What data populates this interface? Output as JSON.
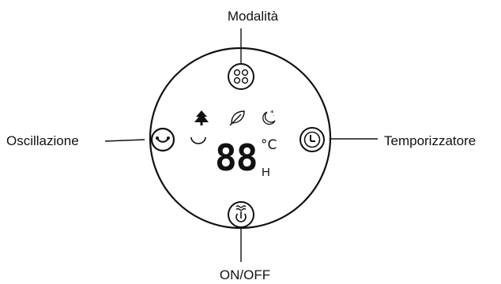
{
  "labels": {
    "mode": "Modalità",
    "oscillation": "Oscillazione",
    "timer": "Temporizzatore",
    "power": "ON/OFF"
  },
  "display": {
    "digits": "88",
    "unit_celsius": "°C",
    "unit_hours": "H"
  },
  "icons": {
    "mode_button": "four-circles-icon",
    "oscillation_button": "oscillation-icon",
    "timer_button": "clock-icon",
    "power_button": "power-wind-icon",
    "indicators": [
      "tree-icon",
      "leaf-icon",
      "moon-star-icon",
      "swing-indicator-icon"
    ]
  },
  "colors": {
    "ink": "#111111",
    "background": "#ffffff"
  }
}
